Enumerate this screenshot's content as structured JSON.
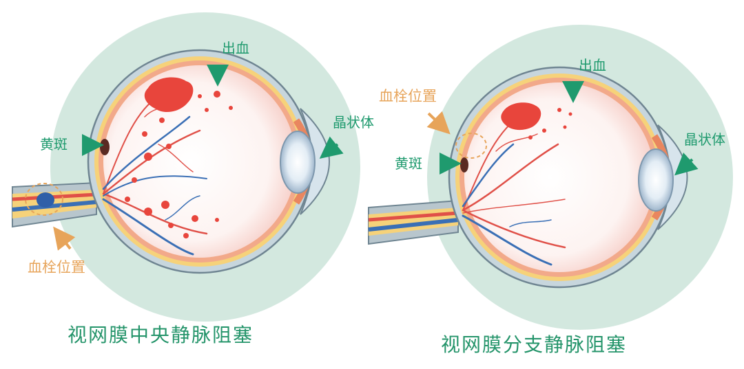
{
  "colors": {
    "halo": "#d3e8df",
    "label_green": "#1f9a6e",
    "label_orange": "#e7a45a",
    "title_green": "#24946a",
    "hemorrhage": "#e8453c",
    "vein": "#3a6fb5",
    "artery": "#e05048",
    "sclera_outer": "#9bb6c2",
    "choroid": "#f2a98a",
    "retina_yellow": "#f6d27a"
  },
  "left_diagram": {
    "title": "视网膜中央静脉阻塞",
    "hemorrhage_label": "出血",
    "lens_label": "晶状体",
    "macula_label": "黄斑",
    "thrombus_label": "血栓位置"
  },
  "right_diagram": {
    "title": "视网膜分支静脉阻塞",
    "hemorrhage_label": "出血",
    "lens_label": "晶状体",
    "macula_label": "黄斑",
    "thrombus_label": "血栓位置"
  },
  "icons": {
    "arrow": "arrow-icon",
    "thrombus_marker": "dashed-circle-icon"
  }
}
